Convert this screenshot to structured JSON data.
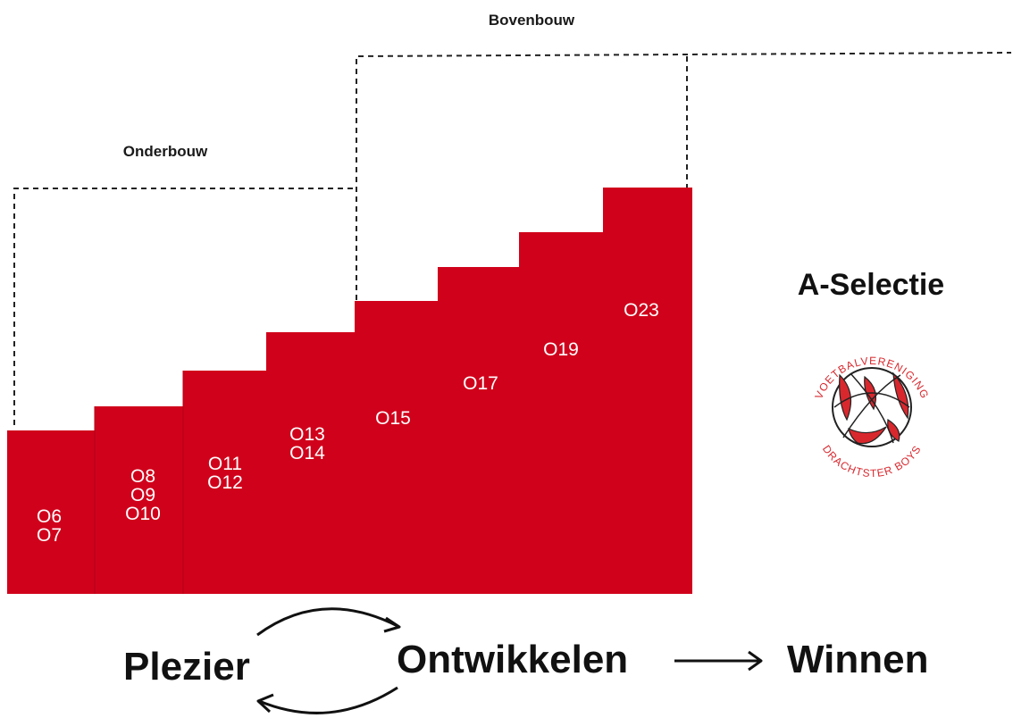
{
  "colors": {
    "step_red": "#d0021b",
    "dash": "#222222",
    "text": "#111111",
    "logo_red": "#d8282e"
  },
  "groups": {
    "onderbouw": "Onderbouw",
    "bovenbouw": "Bovenbouw"
  },
  "steps": [
    {
      "labels": [
        "O6",
        "O7"
      ]
    },
    {
      "labels": [
        "O8",
        "O9",
        "O10"
      ]
    },
    {
      "labels": [
        "O11",
        "O12"
      ]
    },
    {
      "labels": [
        "O13",
        "O14"
      ]
    },
    {
      "labels": [
        "O15"
      ]
    },
    {
      "labels": [
        "O17"
      ]
    },
    {
      "labels": [
        "O19"
      ]
    },
    {
      "labels": [
        "O23"
      ]
    }
  ],
  "a_selectie": "A-Selectie",
  "logo": {
    "top_text": "VOETBALVERENIGING",
    "bottom_text": "DRACHTSTER BOYS",
    "icon": "club-crest-icon"
  },
  "flow": {
    "plezier": "Plezier",
    "ontwikkelen": "Ontwikkelen",
    "winnen": "Winnen"
  }
}
